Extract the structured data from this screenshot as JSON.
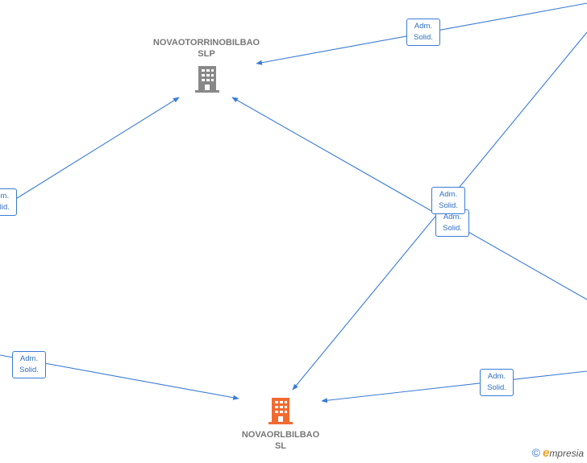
{
  "nodes": {
    "top_company": {
      "line1": "NOVAOTORRINOBILBAO",
      "line2": "SLP",
      "icon": "building-icon",
      "color": "#888888"
    },
    "bottom_company": {
      "line1": "NOVAORLBILBAO",
      "line2": "SL",
      "icon": "building-icon",
      "color": "#f26a30"
    }
  },
  "badges": [
    {
      "line1": "Adm.",
      "line2": "Solid."
    },
    {
      "line1": "Adm.",
      "line2": "Solid."
    },
    {
      "line1": "Adm.",
      "line2": "Solid."
    },
    {
      "line1": "Adm.",
      "line2": "Solid."
    },
    {
      "line1": "Adm.",
      "line2": "Solid."
    },
    {
      "line1": "Adm.",
      "line2": "Solid."
    }
  ],
  "footer": {
    "copyright": "©",
    "logo_letter": "e",
    "brand": "mpresia"
  },
  "colors": {
    "edge": "#3a7bd5",
    "badge_text": "#2f6fc8"
  }
}
